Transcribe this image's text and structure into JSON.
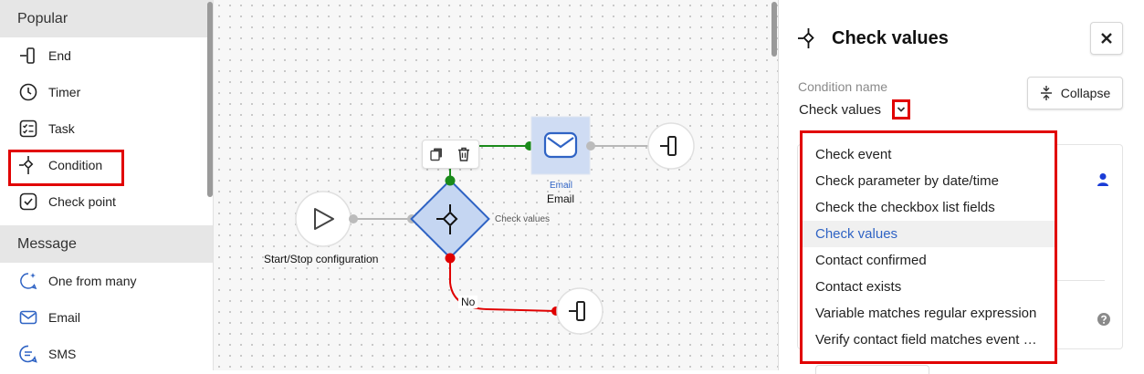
{
  "palette": {
    "sections": [
      {
        "title": "Popular",
        "items": [
          {
            "label": "End",
            "icon": "end-icon"
          },
          {
            "label": "Timer",
            "icon": "timer-icon"
          },
          {
            "label": "Task",
            "icon": "task-icon"
          },
          {
            "label": "Condition",
            "icon": "condition-icon",
            "highlighted": true
          },
          {
            "label": "Check point",
            "icon": "check-point-icon"
          }
        ]
      },
      {
        "title": "Message",
        "items": [
          {
            "label": "One from many",
            "icon": "sparkle-message-icon"
          },
          {
            "label": "Email",
            "icon": "email-icon"
          },
          {
            "label": "SMS",
            "icon": "sms-icon"
          }
        ]
      }
    ]
  },
  "canvas": {
    "start_label": "Start/Stop configuration",
    "condition_caption": "Check values",
    "email_caption": "Email",
    "email_label": "Email",
    "no_label": "No"
  },
  "panel": {
    "title": "Check values",
    "condition_name_label": "Condition name",
    "condition_value": "Check values",
    "collapse_label": "Collapse"
  },
  "dropdown": {
    "options": [
      "Check event",
      "Check parameter by date/time",
      "Check the checkbox list fields",
      "Check values",
      "Contact confirmed",
      "Contact exists",
      "Variable matches regular expression",
      "Verify contact field matches event …"
    ],
    "selected": "Check values"
  },
  "colors": {
    "highlight_red": "#e10000",
    "yes_branch": "#1a8a1a",
    "no_branch": "#e00000",
    "node_blue_fill": "#c5d6f2",
    "node_blue_stroke": "#2f63c4",
    "selected_option": "#2f63c4"
  }
}
